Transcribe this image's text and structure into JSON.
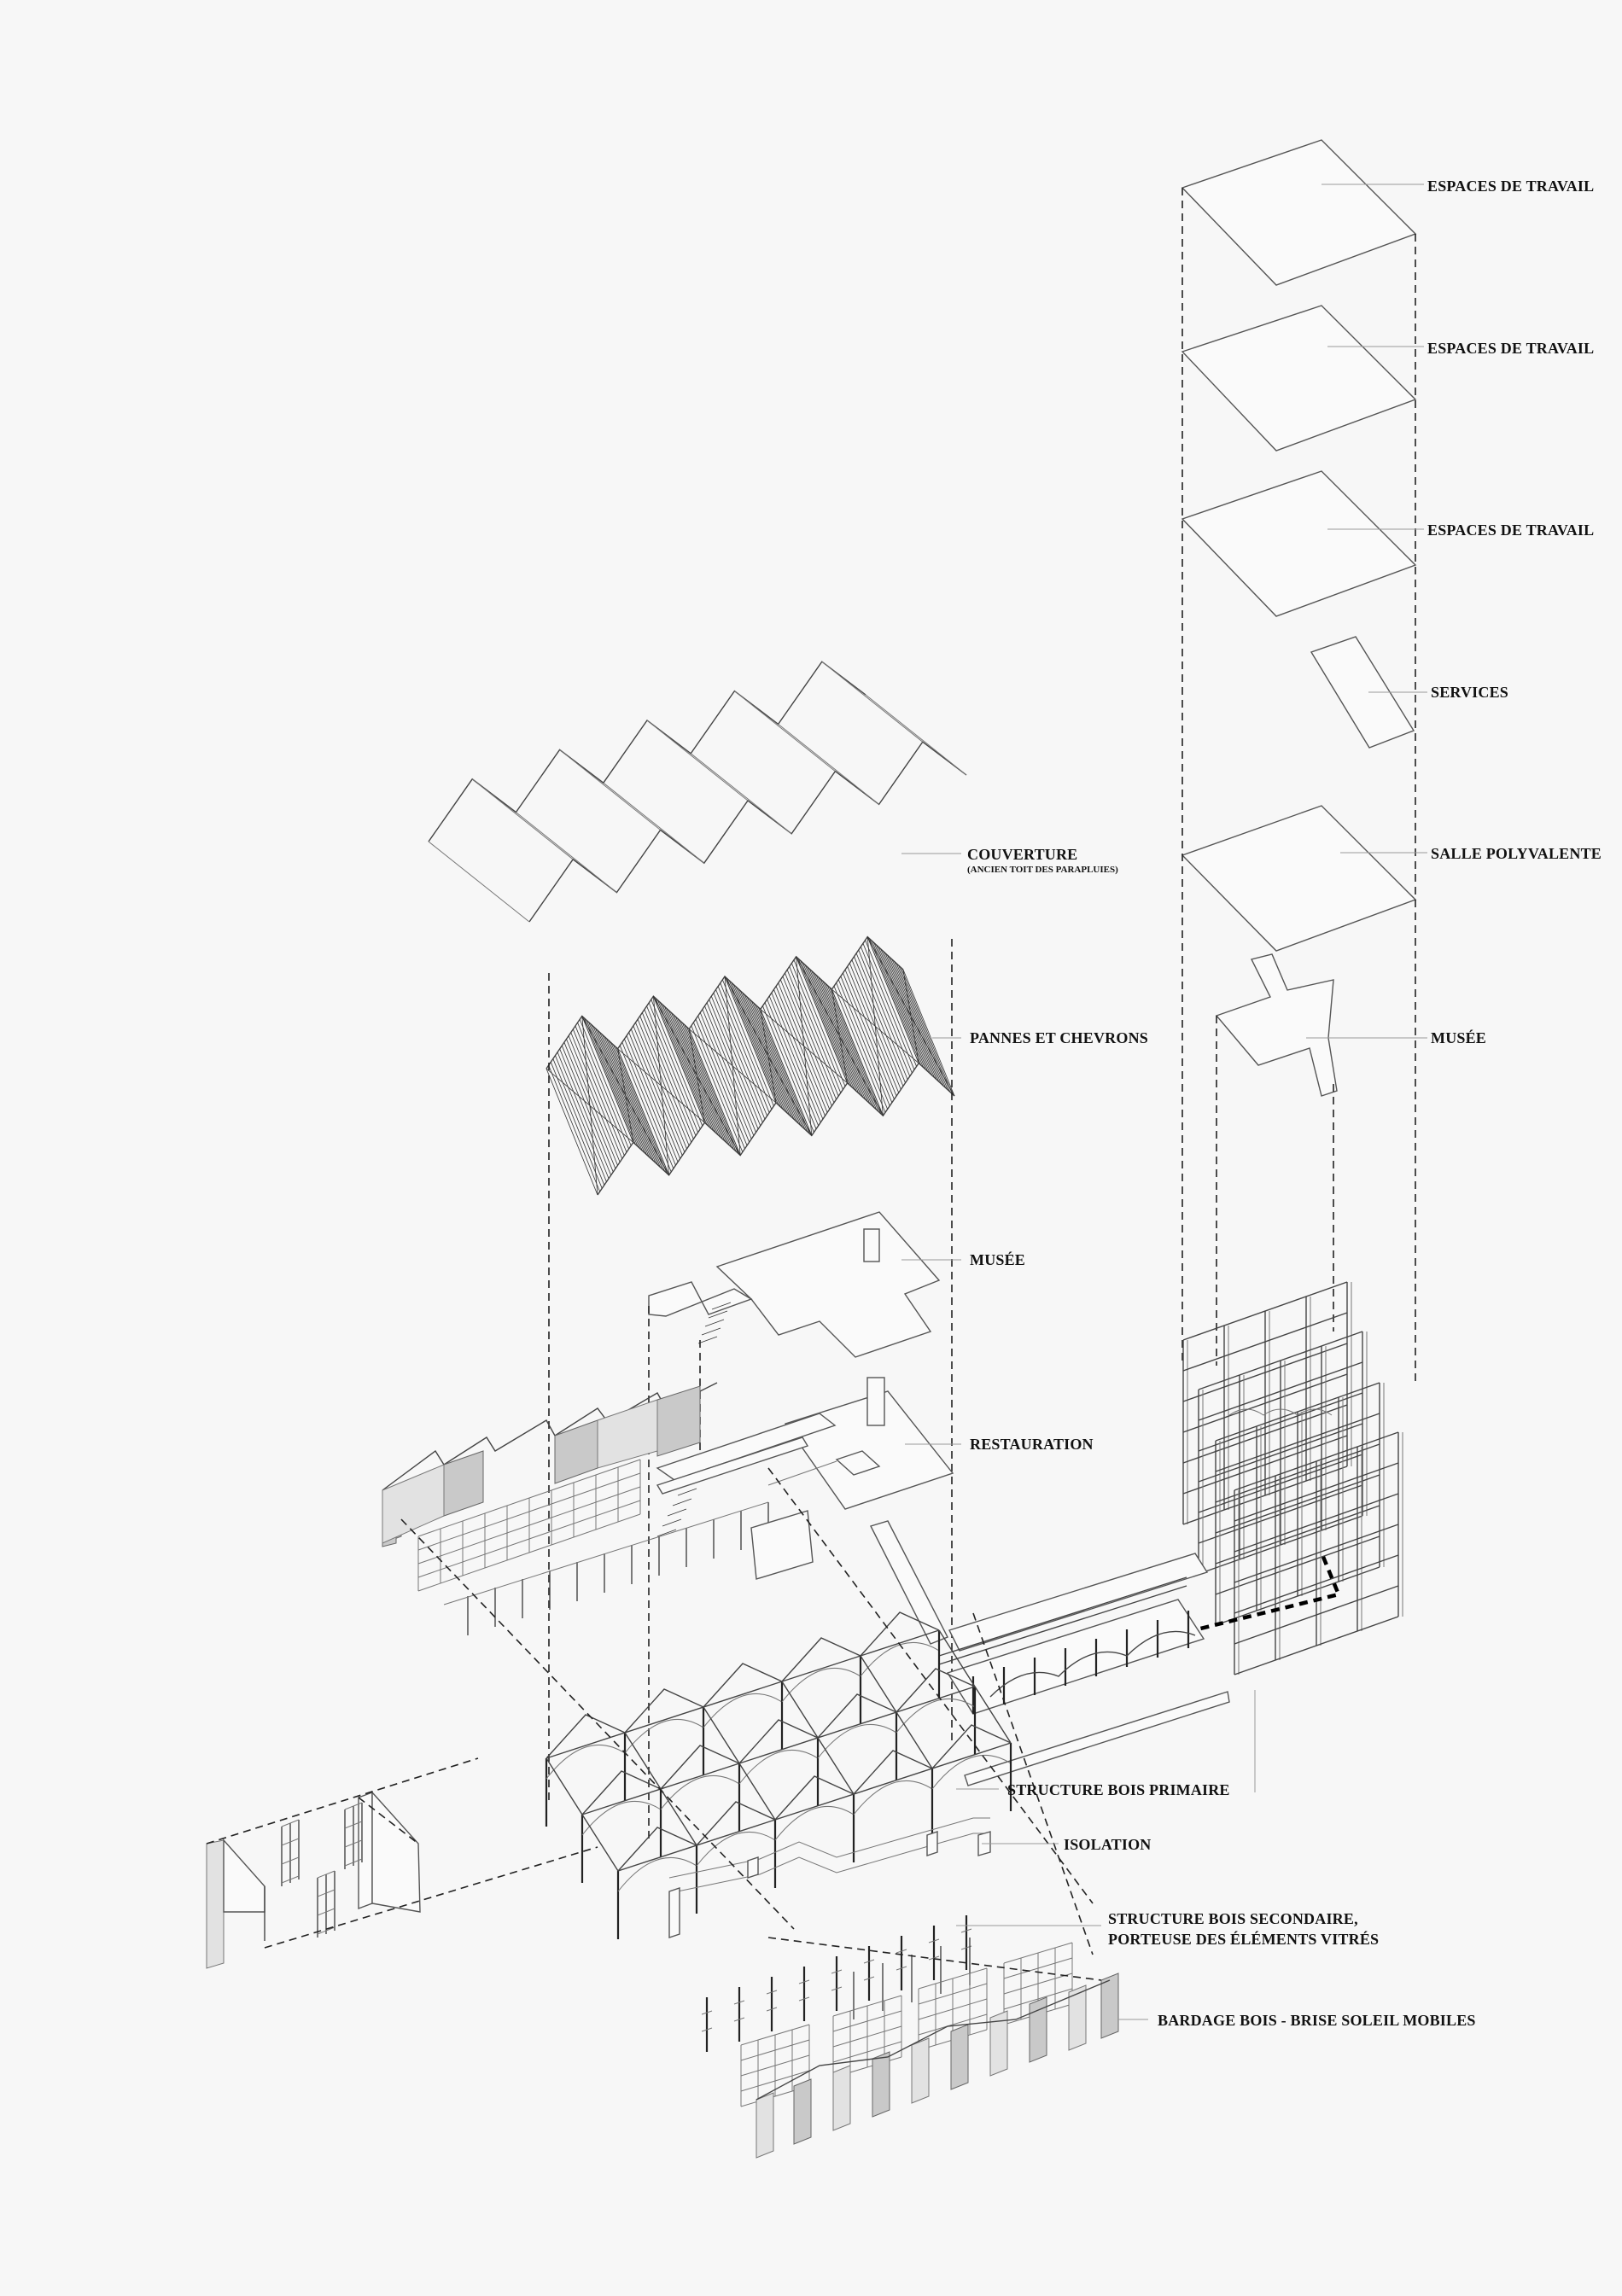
{
  "labels": {
    "espaces_1": "ESPACES DE TRAVAIL",
    "espaces_2": "ESPACES DE TRAVAIL",
    "espaces_3": "ESPACES DE TRAVAIL",
    "services": "SERVICES",
    "salle": "SALLE POLYVALENTE",
    "musee_right": "MUSÉE",
    "couverture": "COUVERTURE",
    "couverture_sub": "(ANCIEN TOIT DES PARAPLUIES)",
    "pannes": "PANNES ET CHEVRONS",
    "musee_left": "MUSÉE",
    "restauration": "RESTAURATION",
    "structure_primaire": "STRUCTURE BOIS PRIMAIRE",
    "isolation": "ISOLATION",
    "structure_secondaire_1": "STRUCTURE BOIS SECONDAIRE,",
    "structure_secondaire_2": "PORTEUSE DES ÉLÉMENTS VITRÉS",
    "bardage": "BARDAGE BOIS - BRISE SOLEIL MOBILES"
  }
}
